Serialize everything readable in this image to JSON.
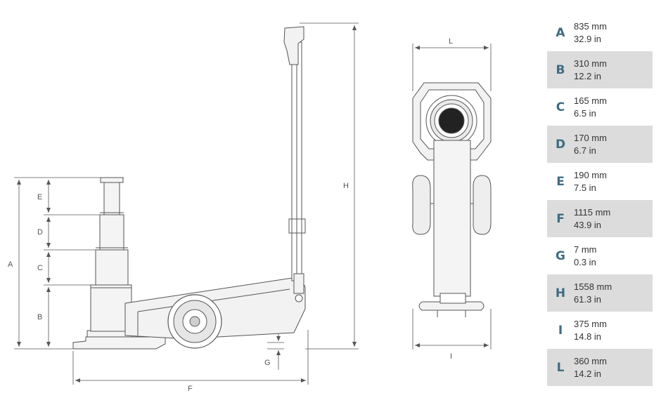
{
  "dimensions": [
    {
      "letter": "A",
      "mm": "835 mm",
      "inch": "32.9 in"
    },
    {
      "letter": "B",
      "mm": "310 mm",
      "inch": "12.2 in"
    },
    {
      "letter": "C",
      "mm": "165 mm",
      "inch": "6.5 in"
    },
    {
      "letter": "D",
      "mm": "170 mm",
      "inch": "6.7 in"
    },
    {
      "letter": "E",
      "mm": "190 mm",
      "inch": "7.5 in"
    },
    {
      "letter": "F",
      "mm": "1115 mm",
      "inch": "43.9 in"
    },
    {
      "letter": "G",
      "mm": "7 mm",
      "inch": "0.3 in"
    },
    {
      "letter": "H",
      "mm": "1558 mm",
      "inch": "61.3 in"
    },
    {
      "letter": "I",
      "mm": "375 mm",
      "inch": "14.8 in"
    },
    {
      "letter": "L",
      "mm": "360 mm",
      "inch": "14.2 in"
    }
  ],
  "drawing_labels": {
    "a": "A",
    "b": "B",
    "c": "C",
    "d": "D",
    "e": "E",
    "f": "F",
    "g": "G",
    "h": "H",
    "i": "I",
    "l": "L"
  },
  "colors": {
    "line": "#555555",
    "accent": "#3f6b82",
    "row_shade": "#dcdcdc"
  }
}
